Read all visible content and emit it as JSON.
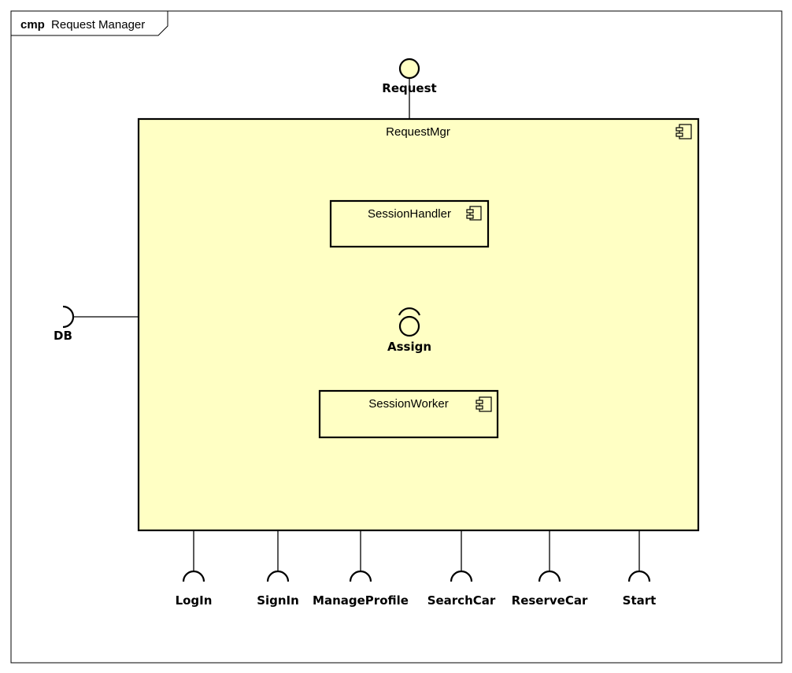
{
  "frame": {
    "keyword": "cmp",
    "name": "Request Manager"
  },
  "components": {
    "outer": "RequestMgr",
    "handler": "SessionHandler",
    "worker": "SessionWorker"
  },
  "interfaces": {
    "request": "Request",
    "assign": "Assign",
    "db": "DB",
    "required": [
      "LogIn",
      "SignIn",
      "ManageProfile",
      "SearchCar",
      "ReserveCar",
      "Start"
    ]
  },
  "colors": {
    "component_fill": "#ffffc4",
    "stroke": "#000000"
  },
  "icons": {
    "component": "component-icon"
  }
}
